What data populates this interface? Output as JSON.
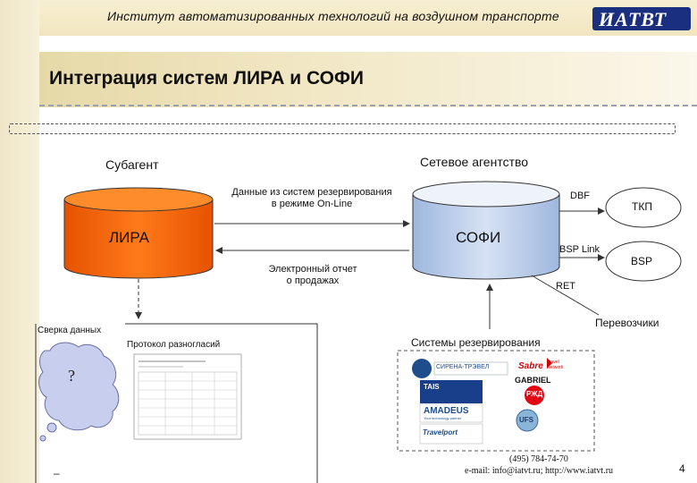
{
  "header": {
    "institute": "Институт автоматизированных технологий на воздушном транспорте",
    "logo": "ИАТВТ"
  },
  "title": "Интеграция систем ЛИРА и СОФИ",
  "labels": {
    "subagent": "Субагент",
    "network_agency": "Сетевое агентство",
    "lira": "ЛИРА",
    "sofi": "СОФИ",
    "online_data_1": "Данные из систем резервирования",
    "online_data_2": "в режиме On-Line",
    "sales_report_1": "Электронный отчет",
    "sales_report_2": "о продажах",
    "dbf": "DBF",
    "tkp": "ТКП",
    "bsp_link": "BSP Link",
    "bsp": "BSP",
    "ret": "RET",
    "carriers": "Перевозчики",
    "data_reconciliation": "Сверка данных",
    "discrepancy_protocol": "Протокол разногласий",
    "reservation_systems": "Системы резервирования",
    "question": "?",
    "gabriel": "GABRIEL",
    "sirena": "СИРЕНА-ТРЭВЕЛ",
    "sabre": "Sabre",
    "sabre_tag": "Travel Network",
    "taisbooks": "TAIS",
    "amadeus": "AMADEUS",
    "amadeus_tag": "Your technology partner",
    "rzd": "РЖД",
    "ufs": "UFS",
    "travelport": "Travelport"
  },
  "footer": {
    "phone": "(495) 784-74-70",
    "contacts": "e-mail: info@iatvt.ru; http://www.iatvt.ru",
    "page": "4",
    "dash": "–"
  },
  "colors": {
    "lira_fill": "#ff6a00",
    "lira_top": "#ff8c2a",
    "sofi_fill": "#bcd0ec",
    "sofi_top": "#e8eef8",
    "bubble": "#c8cfee",
    "logo_bg": "#1a2f80"
  }
}
